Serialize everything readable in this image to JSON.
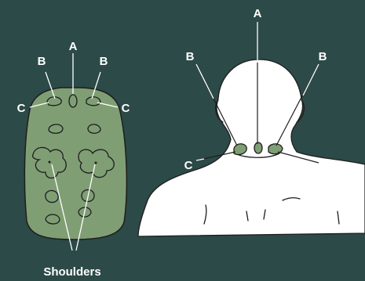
{
  "labels": {
    "a": "A",
    "b": "B",
    "c": "C",
    "shoulders": "Shoulders"
  },
  "colors": {
    "background": "#2c4a47",
    "pillow": "#7f9e74",
    "acupoint": "#7f9e74",
    "figure": "#ffffff",
    "ink": "#1e1e1e",
    "text": "#ffffff"
  }
}
